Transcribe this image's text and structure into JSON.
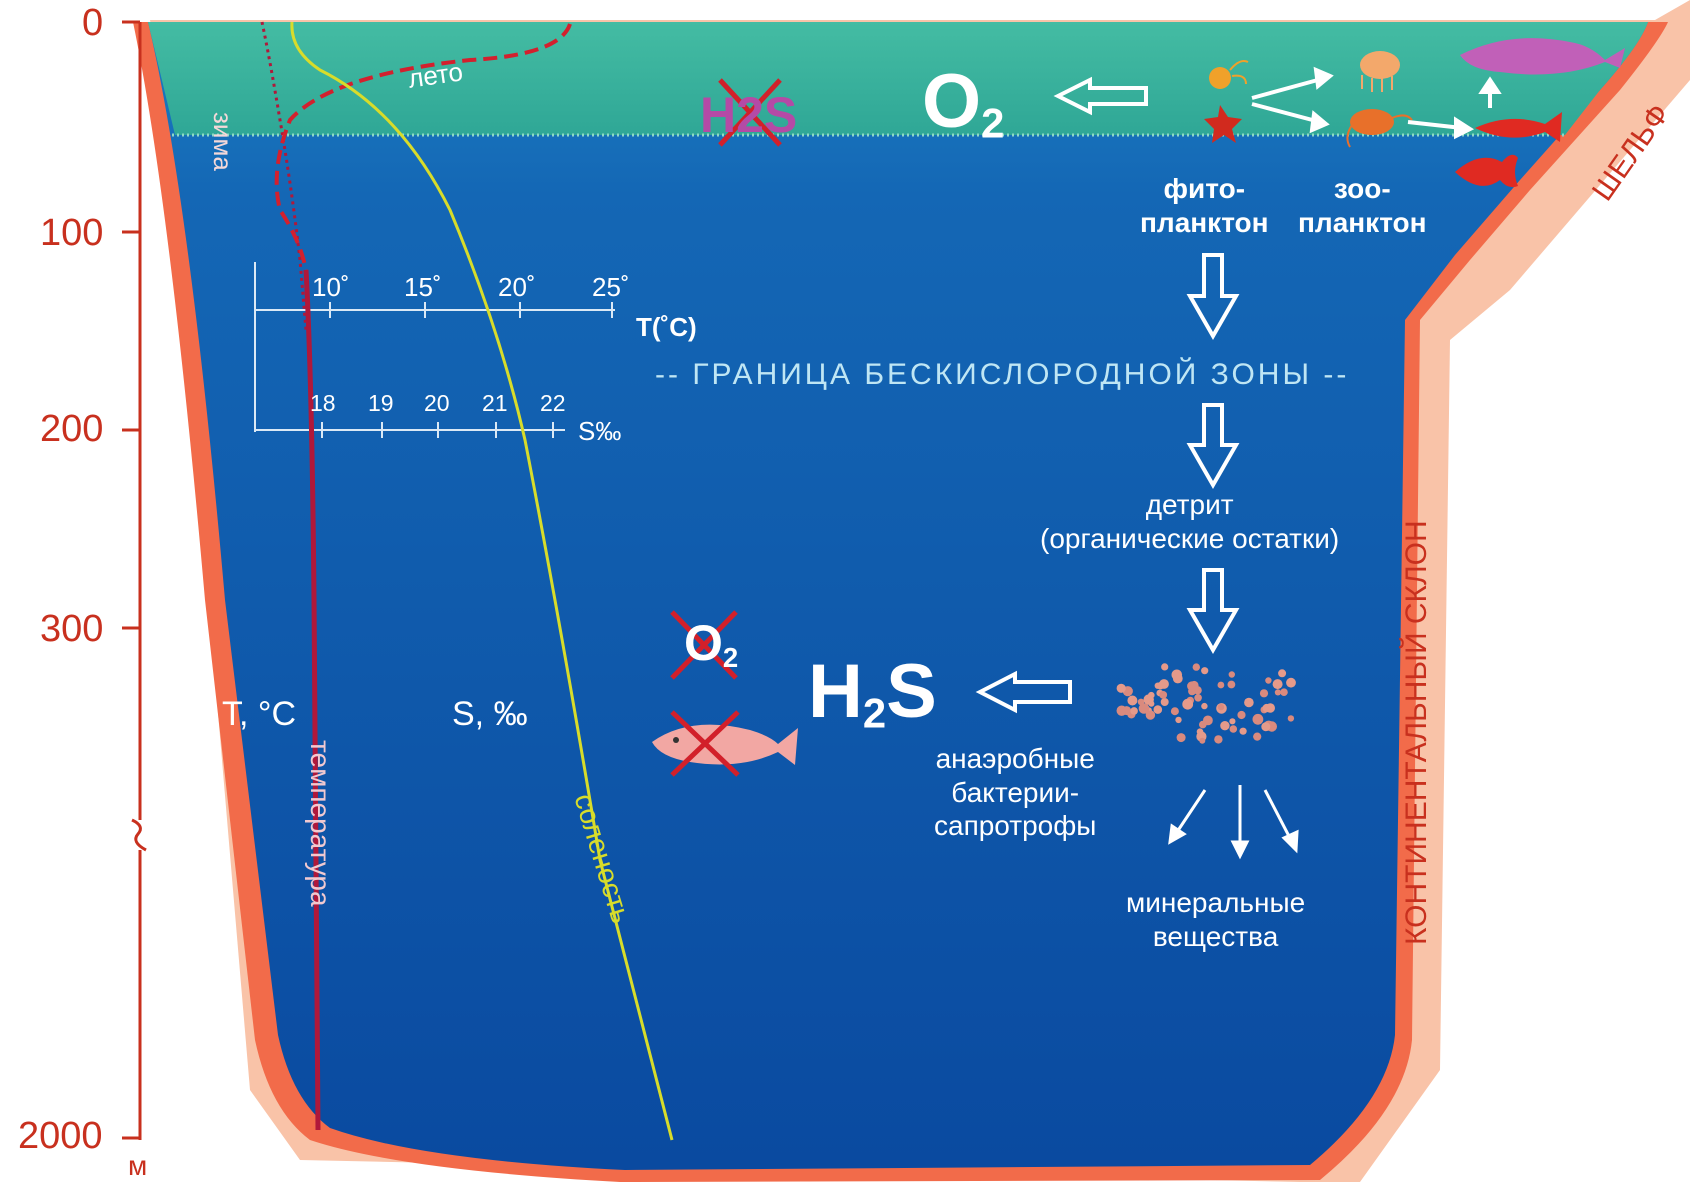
{
  "depth_axis": {
    "ticks": [
      "0",
      "100",
      "200",
      "300",
      "2000"
    ],
    "unit": "м"
  },
  "mini_axes": {
    "temperature_ticks": [
      "10˚",
      "15˚",
      "20˚",
      "25˚"
    ],
    "temperature_label": "T(˚C)",
    "salinity_ticks": [
      "18",
      "19",
      "20",
      "21",
      "22"
    ],
    "salinity_label": "S‰"
  },
  "curves": {
    "winter": "зима",
    "summer": "лето",
    "temperature": "температура",
    "salinity": "соленость",
    "temperature_axis_label": "T, °C",
    "salinity_axis_label": "S, ‰"
  },
  "surface": {
    "h2s_crossed": "H2S",
    "o2": "O",
    "o2_sub": "2",
    "phytoplankton": "фито-\nпланктон",
    "zooplankton": "зоо-\nпланктон"
  },
  "boundary_text": "-- ГРАНИЦА БЕСКИСЛОРОДНОЙ ЗОНЫ --",
  "deep": {
    "detritus": "детрит\n(органические остатки)",
    "o2_crossed": "O",
    "o2_crossed_sub": "2",
    "h2s": "H",
    "h2s_sub": "2",
    "h2s_tail": "S",
    "bacteria": "анаэробные\nбактерии-\nсапротрофы",
    "minerals": "минеральные\nвещества"
  },
  "side_labels": {
    "shelf": "ШЕЛЬФ",
    "slope": "КОНТИНЕНТАЛЬНЫЙ СКЛОН"
  },
  "colors": {
    "surface_water": "#3fb7a0",
    "deep_water": "#0d4fa3",
    "seabed": "#f26b4a",
    "text_red": "#c8301e",
    "temperature_curve": "#b0183a",
    "salinity_curve": "#d8dc2a"
  }
}
